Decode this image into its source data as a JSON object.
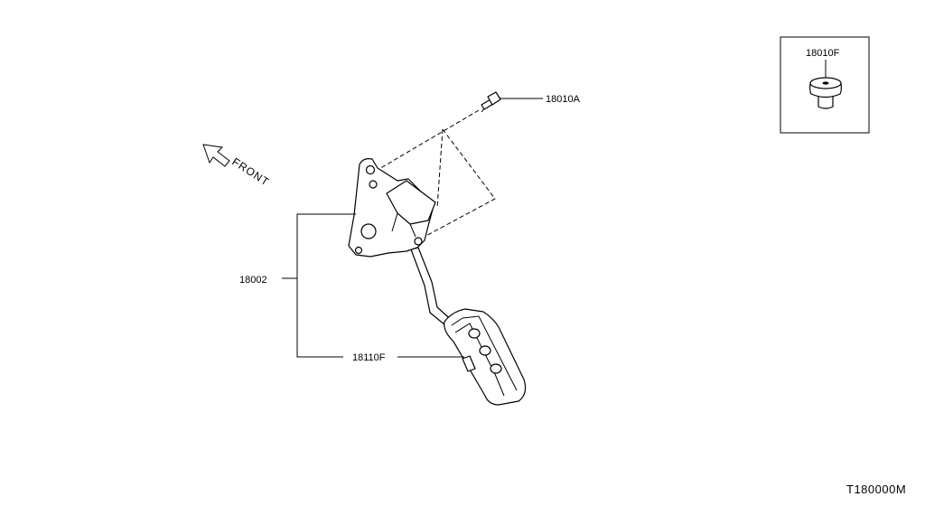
{
  "diagram": {
    "labels": {
      "assembly": "18002",
      "bolt": "18010A",
      "stopper_top": "18010F",
      "pad": "18110F",
      "front": "FRONT",
      "drawing_code": "T180000M"
    },
    "icons": {
      "front_arrow": "front-arrow-icon"
    }
  }
}
